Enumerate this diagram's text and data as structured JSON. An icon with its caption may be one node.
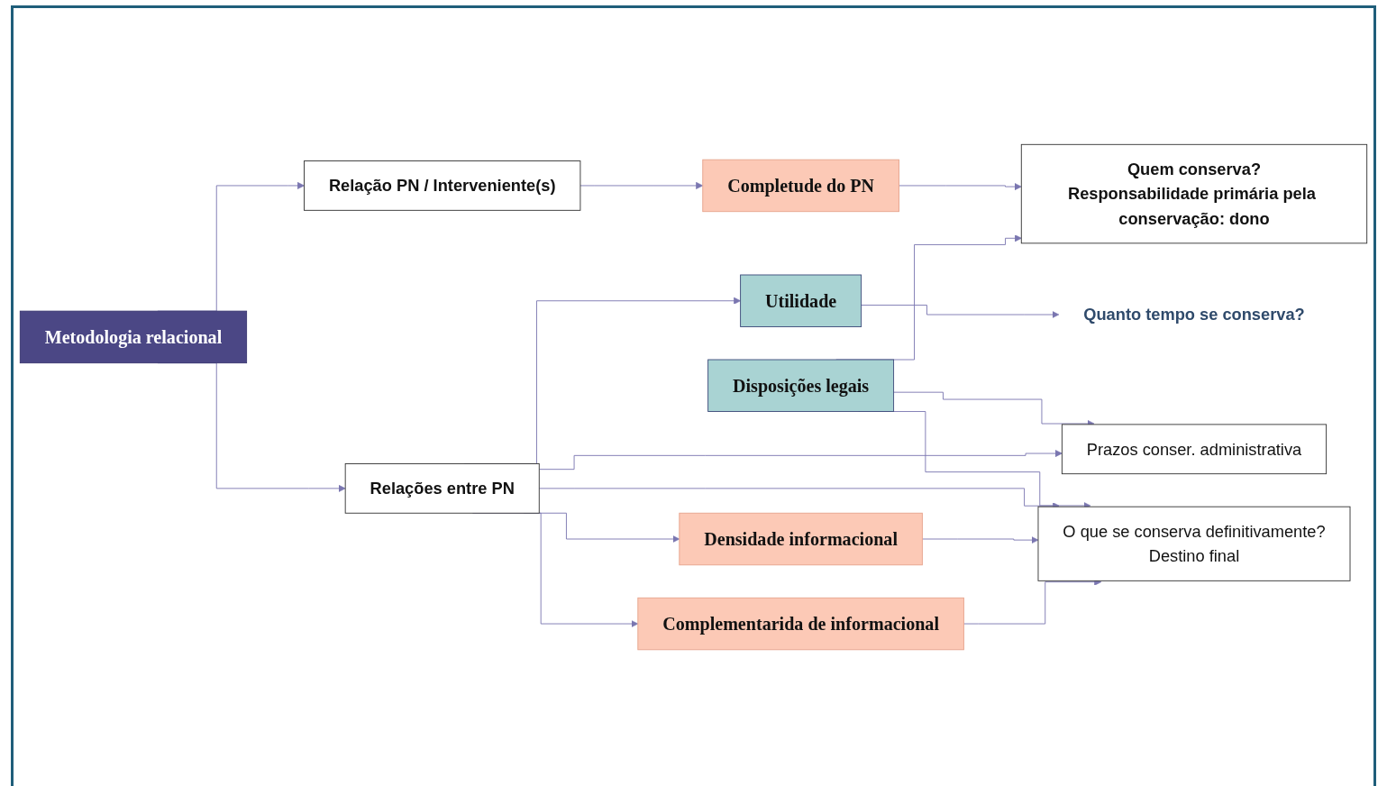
{
  "diagram": {
    "nodes": [
      {
        "text": [
          "Metodologia relacional"
        ]
      },
      {
        "text": [
          "Relação PN / Interveniente(s)"
        ]
      },
      {
        "text": [
          "Quem conserva?",
          "Responsabilidade primária pela conservação: dono"
        ]
      },
      {
        "text": [
          "Completude do PN"
        ]
      },
      {
        "text": [
          "Disposições legais"
        ]
      },
      {
        "text": [
          "Utilidade"
        ]
      },
      {
        "text": [
          "Quanto tempo se conserva?"
        ]
      },
      {
        "text": [
          "Prazos conser. administrativa"
        ]
      },
      {
        "text": [
          "Relações entre PN"
        ]
      },
      {
        "text": [
          "O que se conserva definitivamente?",
          "Destino final"
        ]
      },
      {
        "text": [
          "Densidade informacional"
        ]
      },
      {
        "text": [
          "Complementarida de informacional"
        ]
      }
    ],
    "edges": [
      {
        "from": 0,
        "to": 1,
        "arrow": "to"
      },
      {
        "from": 0,
        "to": 8,
        "arrow": "to"
      },
      {
        "from": 1,
        "to": 3,
        "arrow": "to"
      },
      {
        "from": 3,
        "to": 2,
        "arrow": "to"
      },
      {
        "from": 4,
        "to": 2,
        "arrow": "to"
      },
      {
        "from": 4,
        "to": 7,
        "arrow": "to"
      },
      {
        "from": 4,
        "to": 9,
        "arrow": "to"
      },
      {
        "from": 8,
        "to": 5,
        "arrow": "to"
      },
      {
        "from": 5,
        "to": 6,
        "arrow": "to"
      },
      {
        "from": 8,
        "to": 7,
        "arrow": "to"
      },
      {
        "from": 8,
        "to": 9,
        "arrow": "to"
      },
      {
        "from": 8,
        "to": 10,
        "arrow": "to"
      },
      {
        "from": 8,
        "to": 11,
        "arrow": "to"
      },
      {
        "from": 10,
        "to": 9,
        "arrow": "to"
      },
      {
        "from": 11,
        "to": 9,
        "arrow": "to"
      }
    ]
  }
}
